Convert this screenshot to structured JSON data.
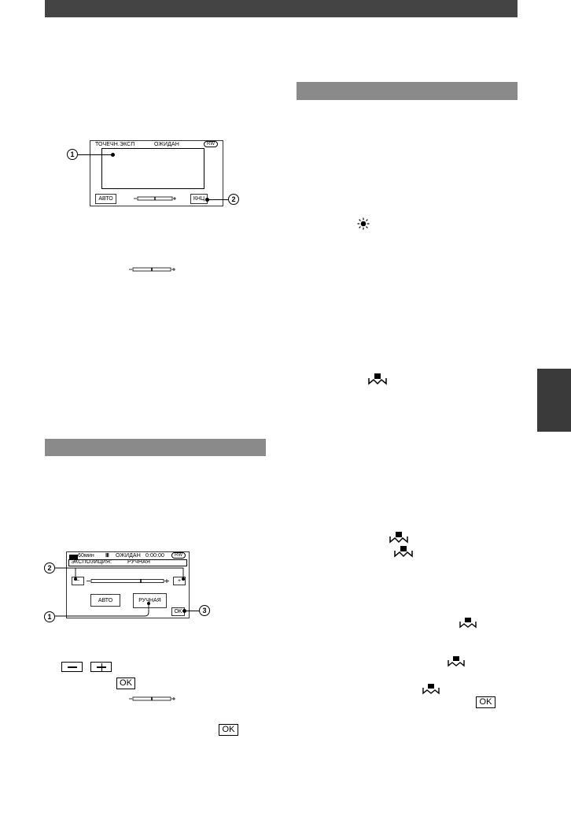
{
  "fig1": {
    "top_left": "ТОЧЕЧН.ЭКСП",
    "top_center": "ОЖИДАН",
    "badge": "RW",
    "btn_left": "АВТО",
    "btn_right": "КНЦ",
    "callout_1": "1",
    "callout_2": "2"
  },
  "fig2": {
    "battery": "60мин",
    "status": "ОЖИДАН",
    "timecode": "0:00:00",
    "badge": "RW",
    "label": "ЭКСПОЗИЦИЯ:",
    "mode": "РУЧНАЯ",
    "minus": "−",
    "plus": "+",
    "btn_auto": "АВТО",
    "btn_manual": "РУЧНАЯ",
    "btn_ok": "OK",
    "callout_1": "1",
    "callout_2": "2",
    "callout_3": "3"
  },
  "inline": {
    "ok_label": "OK",
    "minus": "−",
    "plus": "+"
  },
  "icons": [
    "sun-icon",
    "white-balance-icon",
    "exposure-scale-icon"
  ]
}
